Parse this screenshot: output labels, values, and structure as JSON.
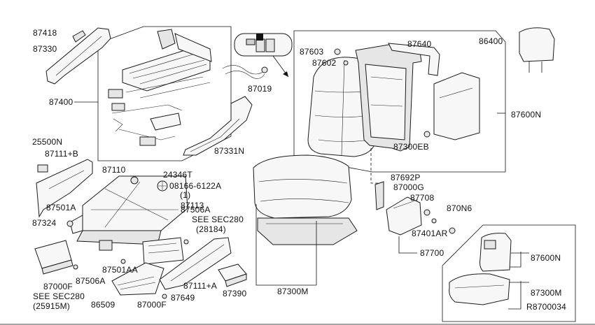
{
  "diagram": {
    "footer_code": "R8700034",
    "labels": {
      "l87418": "87418",
      "l87330": "87330",
      "l87400": "87400",
      "l87019": "87019",
      "l87331n": "87331N",
      "l25500n": "25500N",
      "l87111b": "87111+B",
      "l87110": "87110",
      "l24346t": "24346T",
      "l08166": "08166-6122A",
      "l08166qty": "(1)",
      "l87113": "87113",
      "l87501a": "87501A",
      "l87506a_mid": "87506A",
      "l87324": "87324",
      "l_see280_a": "SEE SEC280",
      "l_28184": "(28184)",
      "l87000f_a": "87000F",
      "l87501aa": "87501AA",
      "l87506a_low": "87506A",
      "l_see280_b": "SEE SEC280",
      "l_25915m": "(25915M)",
      "l87111a": "87111+A",
      "l87390": "87390",
      "l86509": "86509",
      "l87000f_b": "87000F",
      "l87649": "87649",
      "l87300m_main": "87300M",
      "l87603": "87603",
      "l87602": "87602",
      "l87640": "87640",
      "l86400": "86400",
      "l87600n_main": "87600N",
      "l87300eb": "87300EB",
      "l87692p": "87692P",
      "l87000g": "87000G",
      "l87708": "87708",
      "l870n6": "870N6",
      "l87401ar": "87401AR",
      "l87700": "87700",
      "l87600n_inset": "87600N",
      "l87300m_inset": "87300M"
    }
  }
}
